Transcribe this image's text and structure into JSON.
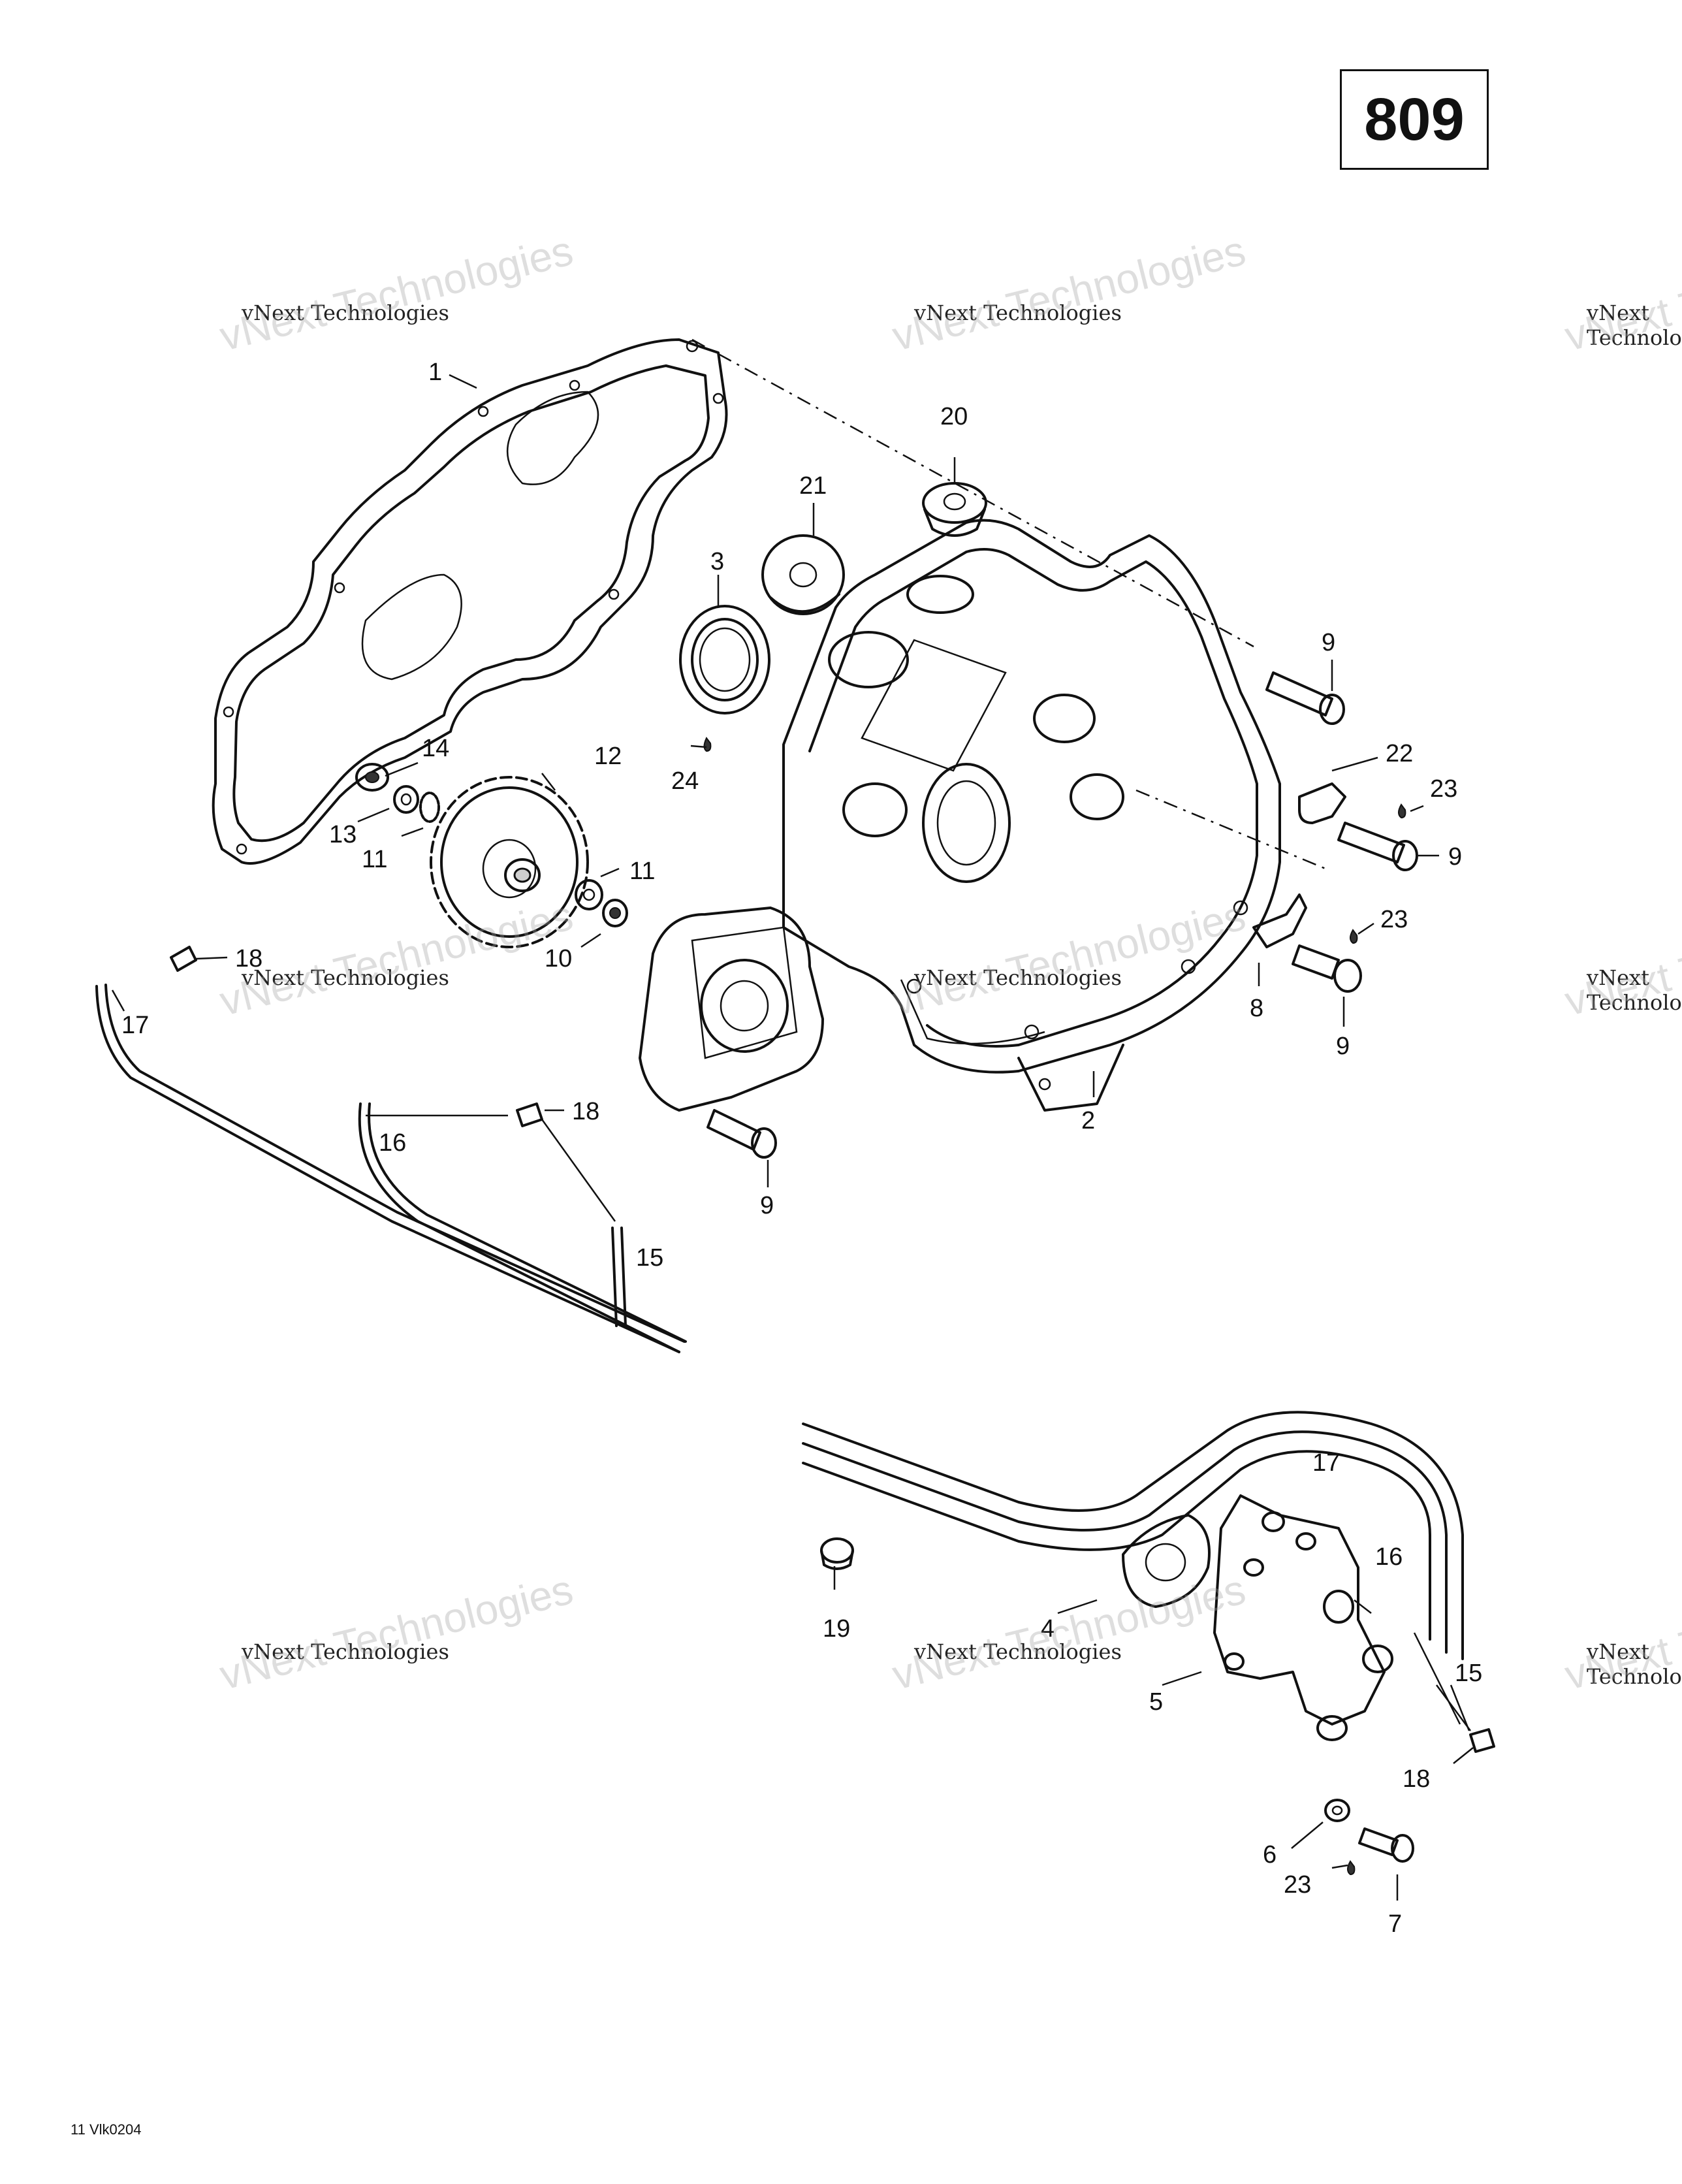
{
  "page_number": "809",
  "drawing_code": "11 Vlk0204",
  "watermark": {
    "line1": "vNext Technologies",
    "line2": "vNext Technologies"
  },
  "callouts": [
    {
      "id": "c1",
      "label": "1"
    },
    {
      "id": "c2",
      "label": "2"
    },
    {
      "id": "c3",
      "label": "3"
    },
    {
      "id": "c4",
      "label": "4"
    },
    {
      "id": "c5",
      "label": "5"
    },
    {
      "id": "c6",
      "label": "6"
    },
    {
      "id": "c7",
      "label": "7"
    },
    {
      "id": "c8",
      "label": "8"
    },
    {
      "id": "c9a",
      "label": "9"
    },
    {
      "id": "c9b",
      "label": "9"
    },
    {
      "id": "c9c",
      "label": "9"
    },
    {
      "id": "c9d",
      "label": "9"
    },
    {
      "id": "c10",
      "label": "10"
    },
    {
      "id": "c11a",
      "label": "11"
    },
    {
      "id": "c11b",
      "label": "11"
    },
    {
      "id": "c12",
      "label": "12"
    },
    {
      "id": "c13",
      "label": "13"
    },
    {
      "id": "c14",
      "label": "14"
    },
    {
      "id": "c15a",
      "label": "15"
    },
    {
      "id": "c15b",
      "label": "15"
    },
    {
      "id": "c16a",
      "label": "16"
    },
    {
      "id": "c16b",
      "label": "16"
    },
    {
      "id": "c17a",
      "label": "17"
    },
    {
      "id": "c17b",
      "label": "17"
    },
    {
      "id": "c18a",
      "label": "18"
    },
    {
      "id": "c18b",
      "label": "18"
    },
    {
      "id": "c18c",
      "label": "18"
    },
    {
      "id": "c19",
      "label": "19"
    },
    {
      "id": "c20",
      "label": "20"
    },
    {
      "id": "c21",
      "label": "21"
    },
    {
      "id": "c22",
      "label": "22"
    },
    {
      "id": "c23a",
      "label": "23"
    },
    {
      "id": "c23b",
      "label": "23"
    },
    {
      "id": "c23c",
      "label": "23"
    },
    {
      "id": "c24",
      "label": "24"
    }
  ]
}
